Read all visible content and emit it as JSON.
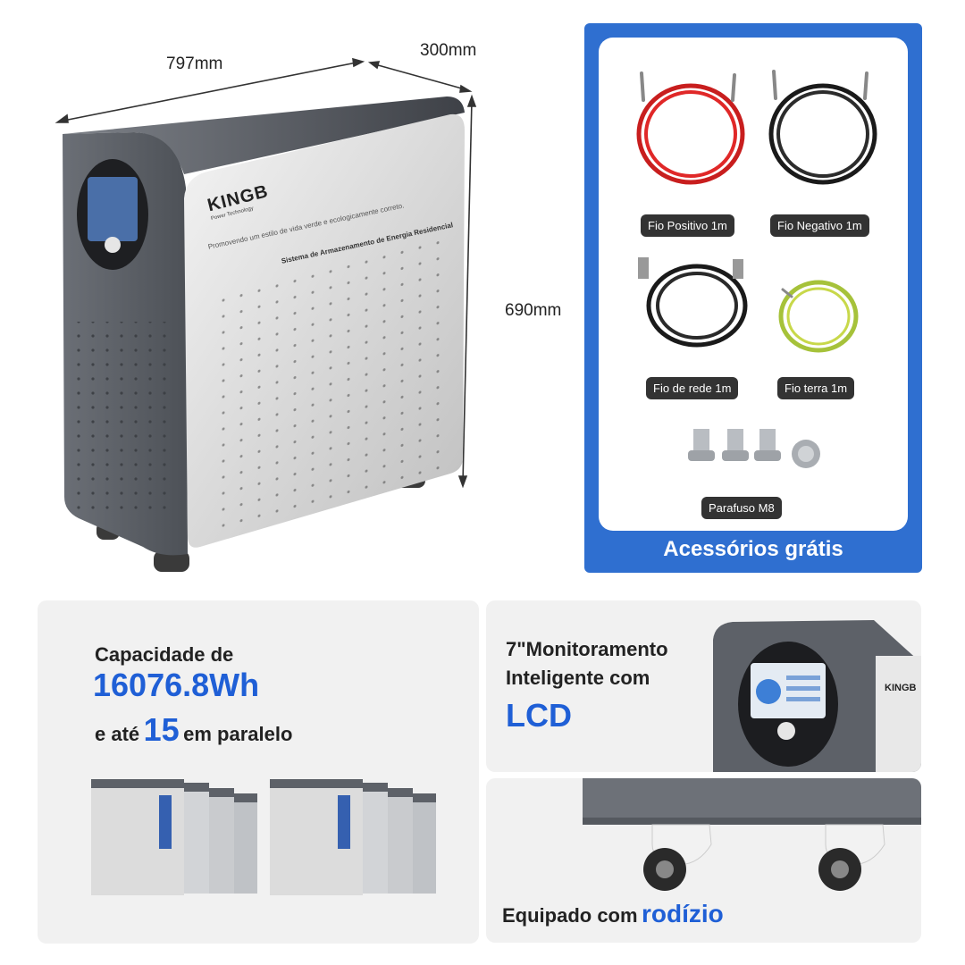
{
  "dimensions": {
    "width": "797mm",
    "depth": "300mm",
    "height": "690mm"
  },
  "product": {
    "brand": "KINGB",
    "brand_sub": "Power Technology",
    "slogan": "Promovendo um estilo de vida verde e ecologicamente correto.",
    "system_name": "Sistema de Armazenamento de Energia Residencial"
  },
  "accessories": {
    "title": "Acessórios grátis",
    "items": [
      {
        "label": "Fio Positivo 1m",
        "icon": "red-cable-icon"
      },
      {
        "label": "Fio Negativo 1m",
        "icon": "black-cable-icon"
      },
      {
        "label": "Fio de rede 1m",
        "icon": "network-cable-icon"
      },
      {
        "label": "Fio terra 1m",
        "icon": "ground-cable-icon"
      },
      {
        "label": "Parafuso M8",
        "icon": "screws-icon"
      }
    ]
  },
  "capacity": {
    "line1": "Capacidade de",
    "value": "16076.8Wh",
    "line3_prefix": "e até",
    "parallel_count": "15",
    "line3_suffix": "em paralelo"
  },
  "lcd": {
    "line1": "7\"Monitoramento",
    "line2": "Inteligente com",
    "highlight": "LCD"
  },
  "wheels": {
    "prefix": "Equipado com",
    "highlight": "rodízio"
  },
  "colors": {
    "accent_blue": "#2f6fd0",
    "highlight_blue": "#1f5fd6",
    "pill_dark": "#333333"
  }
}
